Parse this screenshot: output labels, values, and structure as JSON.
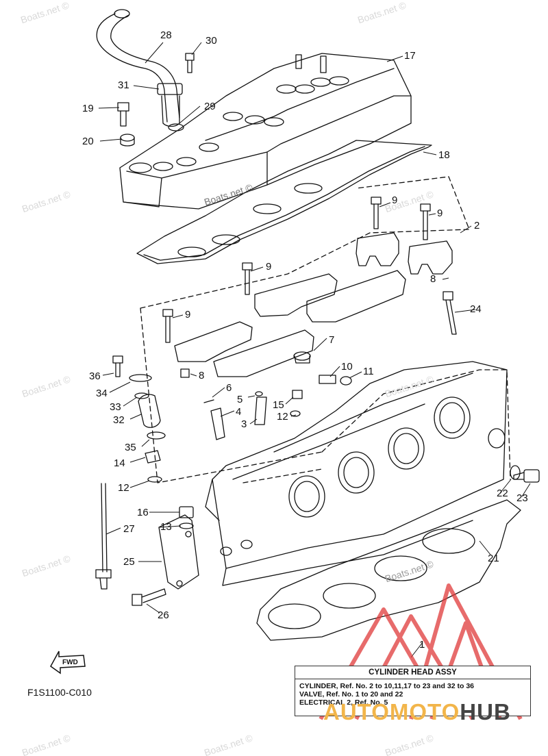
{
  "watermarks": [
    "Boats.net ©",
    "Boats.net ©",
    "Boats.net ©",
    "Boats.net ©",
    "Boats.net ©",
    "Boats.net ©",
    "Boats.net ©",
    "Boats.net ©",
    "Boats.net ©",
    "Boats.net ©",
    "Boats.net ©",
    "Boats.net ©"
  ],
  "callouts": {
    "c1": "1",
    "c2": "2",
    "c3": "3",
    "c4": "4",
    "c5": "5",
    "c6": "6",
    "c7": "7",
    "c8a": "8",
    "c8b": "8",
    "c9a": "9",
    "c9b": "9",
    "c9c": "9",
    "c9d": "9",
    "c10": "10",
    "c11": "11",
    "c12a": "12",
    "c12b": "12",
    "c13": "13",
    "c14": "14",
    "c15": "15",
    "c16": "16",
    "c17": "17",
    "c18": "18",
    "c19": "19",
    "c20": "20",
    "c21": "21",
    "c22": "22",
    "c23": "23",
    "c24": "24",
    "c25": "25",
    "c26": "26",
    "c27": "27",
    "c28": "28",
    "c29": "29",
    "c30": "30",
    "c31": "31",
    "c32": "32",
    "c33": "33",
    "c34": "34",
    "c35": "35",
    "c36": "36"
  },
  "fwd_label": "FWD",
  "diagram_code": "F1S1100-C010",
  "legend": {
    "title": "CYLINDER HEAD ASSY",
    "lines": [
      "CYLINDER, Ref. No. 2 to 10,11,17 to 23 and 32 to 36",
      "VALVE, Ref. No. 1 to 20 and 22",
      "ELECTRICAL 2, Ref. No. 5"
    ]
  },
  "brand": {
    "part_a": "AUTOMOTO",
    "part_b": "HUB",
    "color_a": "#f2b54a",
    "color_b": "#444444",
    "logo_color": "#e03a3a"
  }
}
